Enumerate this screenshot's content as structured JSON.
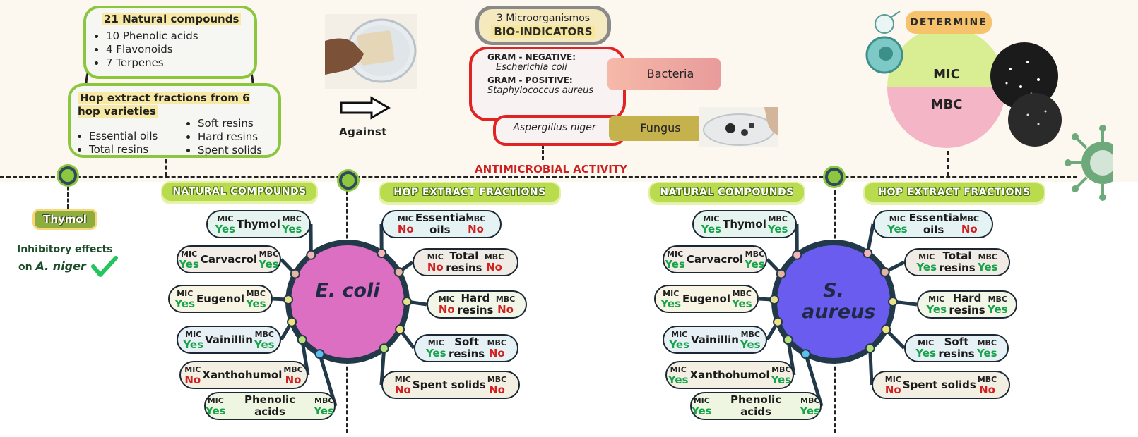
{
  "compounds_box": {
    "title": "21 Natural compounds",
    "items": [
      "10 Phenolic acids",
      "4 Flavonoids",
      "7 Terpenes"
    ]
  },
  "hop_box": {
    "title": "Hop extract fractions from 6 hop varieties",
    "left_items": [
      "Essential oils",
      "Total resins"
    ],
    "right_items": [
      "Soft resins",
      "Hard resins",
      "Spent solids"
    ]
  },
  "against_label": "Against",
  "bio": {
    "count_label": "3 Microorganismos",
    "title": "BIO-INDICATORS",
    "gram_neg_label": "GRAM - NEGATIVE:",
    "gram_neg_species": "Escherichia coli",
    "gram_pos_label": "GRAM - POSITIVE:",
    "gram_pos_species": "Staphylococcus aureus",
    "fungus_species": "Aspergillus niger",
    "bacteria_tag": "Bacteria",
    "fungus_tag": "Fungus"
  },
  "determine": {
    "label": "DETERMINE",
    "mic": "MIC",
    "mbc": "MBC"
  },
  "antimicrobial_label": "ANTIMICROBIAL ACTIVITY",
  "thymol_note": {
    "tag": "Thymol",
    "line1": "Inhibitory effects",
    "line2_prefix": "on",
    "line2_species": "A. niger"
  },
  "key_labels": {
    "mic": "MIC",
    "mbc": "MBC"
  },
  "section_tags": {
    "ecoli_natural": "NATURAL COMPOUNDS",
    "ecoli_hop": "HOP EXTRACT FRACTIONS",
    "saureus_natural": "NATURAL COMPOUNDS",
    "saureus_hop": "HOP EXTRACT FRACTIONS"
  },
  "ecoli": {
    "center_label": "E. coli",
    "natural": [
      {
        "label": "Thymol",
        "mic": "Yes",
        "mbc": "Yes"
      },
      {
        "label": "Carvacrol",
        "mic": "Yes",
        "mbc": "Yes"
      },
      {
        "label": "Eugenol",
        "mic": "Yes",
        "mbc": "Yes"
      },
      {
        "label": "Vainillin",
        "mic": "Yes",
        "mbc": "Yes"
      },
      {
        "label": "Xanthohumol",
        "mic": "No",
        "mbc": "No"
      },
      {
        "label": "Phenolic acids",
        "mic": "Yes",
        "mbc": "Yes"
      }
    ],
    "hop": [
      {
        "label": "Essential oils",
        "mic": "No",
        "mbc": "No"
      },
      {
        "label": "Total resins",
        "mic": "No",
        "mbc": "No"
      },
      {
        "label": "Hard resins",
        "mic": "No",
        "mbc": "No"
      },
      {
        "label": "Soft resins",
        "mic": "Yes",
        "mbc": "No"
      },
      {
        "label": "Spent solids",
        "mic": "No",
        "mbc": "No"
      }
    ]
  },
  "saureus": {
    "center_label": "S. aureus",
    "natural": [
      {
        "label": "Thymol",
        "mic": "Yes",
        "mbc": "Yes"
      },
      {
        "label": "Carvacrol",
        "mic": "Yes",
        "mbc": "Yes"
      },
      {
        "label": "Eugenol",
        "mic": "Yes",
        "mbc": "Yes"
      },
      {
        "label": "Vainillin",
        "mic": "Yes",
        "mbc": "Yes"
      },
      {
        "label": "Xanthohumol",
        "mic": "Yes",
        "mbc": "Yes"
      },
      {
        "label": "Phenolic acids",
        "mic": "Yes",
        "mbc": "Yes"
      }
    ],
    "hop": [
      {
        "label": "Essential oils",
        "mic": "Yes",
        "mbc": "No"
      },
      {
        "label": "Total resins",
        "mic": "Yes",
        "mbc": "Yes"
      },
      {
        "label": "Hard resins",
        "mic": "Yes",
        "mbc": "Yes"
      },
      {
        "label": "Soft resins",
        "mic": "Yes",
        "mbc": "Yes"
      },
      {
        "label": "Spent solids",
        "mic": "No",
        "mbc": "No"
      }
    ]
  },
  "colors": {
    "ecoli_center": "#dd6fc2",
    "saureus_center": "#6b5cf0",
    "accent_green": "#8cc63f",
    "accent_red": "#e02424",
    "yes": "#16a34a",
    "no": "#d21f1f"
  },
  "icons": [
    "gear-icon",
    "checkmark-icon",
    "microbe-icon",
    "arrow-right-icon",
    "petri-dish-icon"
  ]
}
